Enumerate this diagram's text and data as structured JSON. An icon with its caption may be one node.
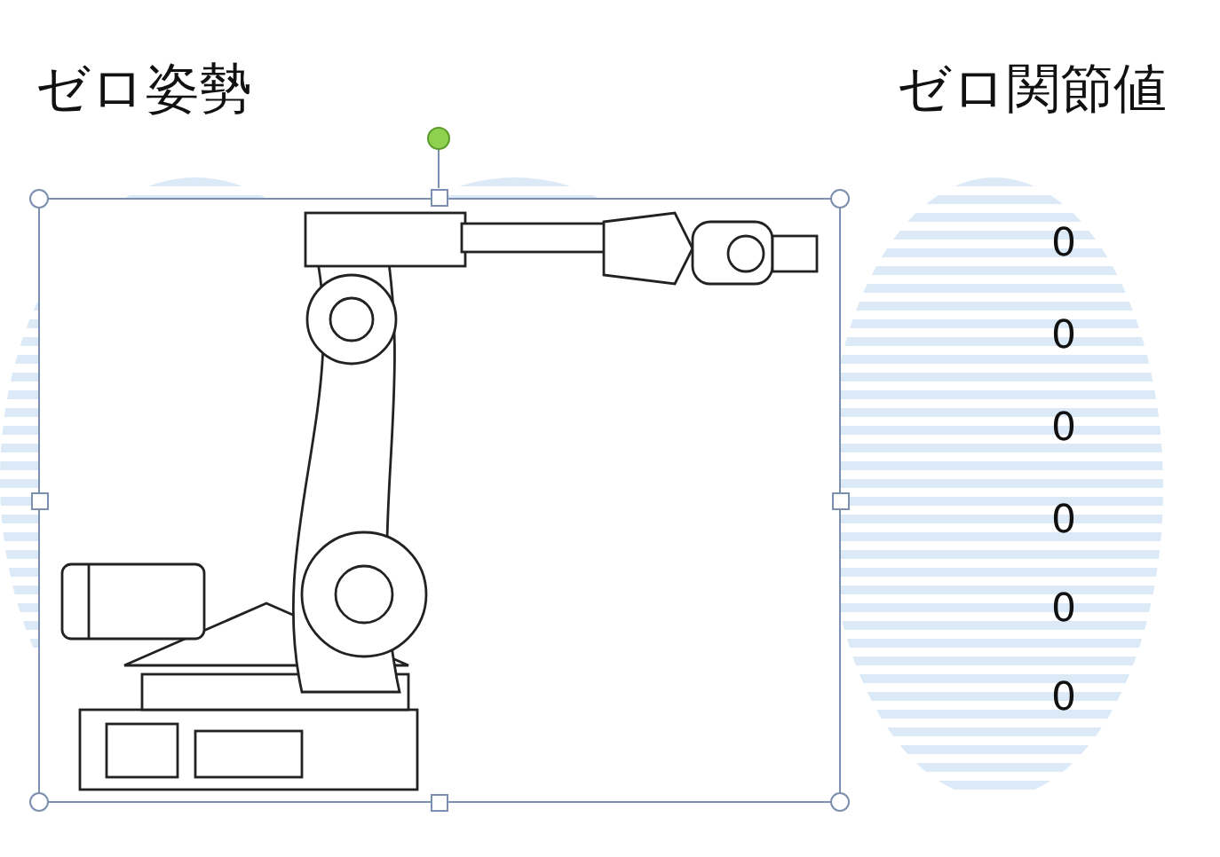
{
  "diagram": {
    "labels": [
      "ゼロ姿勢",
      "ゼロ関節値",
      "0",
      "0",
      "0",
      "0",
      "0",
      "0"
    ]
  }
}
